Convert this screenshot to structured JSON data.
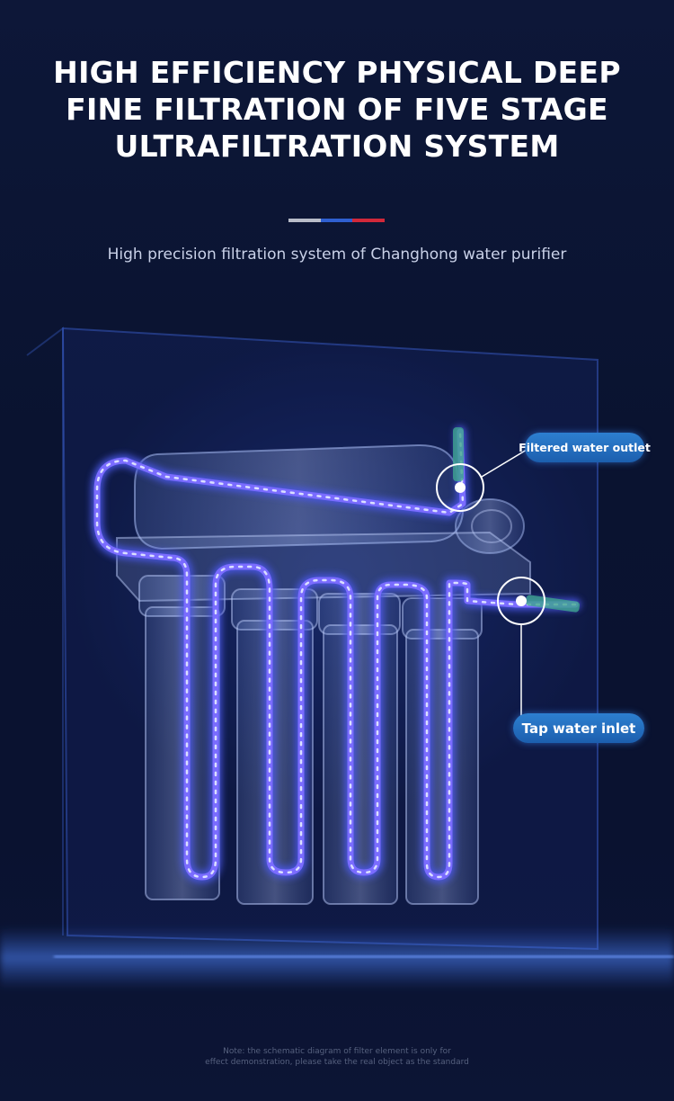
{
  "heading": {
    "title": "HIGH EFFICIENCY PHYSICAL DEEP FINE FILTRATION OF FIVE STAGE ULTRAFILTRATION SYSTEM",
    "subtitle": "High precision filtration system of Changhong water purifier"
  },
  "divider_colors": [
    "#b8bcc8",
    "#2f5fd0",
    "#d2283a"
  ],
  "callouts": {
    "outlet": "Filtered water outlet",
    "inlet": "Tap water inlet"
  },
  "footer": {
    "note_line1": "Note: the schematic diagram of filter element is only for",
    "note_line2": "effect demonstration, please take the real object as the standard"
  },
  "icons": [
    "filter-cartridge-icon",
    "pipe-icon",
    "highlight-ring-icon"
  ]
}
